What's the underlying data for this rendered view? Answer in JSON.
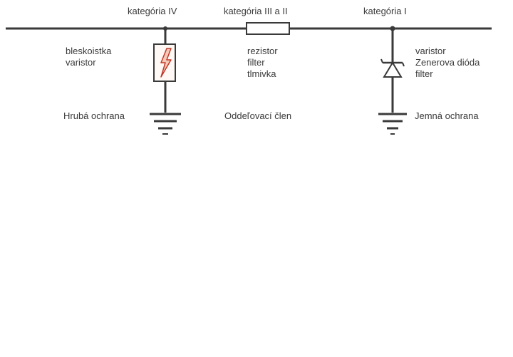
{
  "categories": {
    "cat_iv": "kategória IV",
    "cat_iii_ii": "kategória III a II",
    "cat_i": "kategória I"
  },
  "coarse_stage": {
    "components": [
      "bleskoistka",
      "varistor"
    ],
    "label": "Hrubá ochrana"
  },
  "decoupling_stage": {
    "components": [
      "rezistor",
      "filter",
      "tlmivka"
    ],
    "label": "Oddeľovací člen"
  },
  "fine_stage": {
    "components": [
      "varistor",
      "Zenerova dióda",
      "filter"
    ],
    "label": "Jemná ochrana"
  },
  "colors": {
    "line": "#3a3a3a",
    "text": "#3a3a3a",
    "spark": "#c0392b",
    "spark_fill": "#f5c9b8",
    "background": "#ffffff"
  },
  "icons": {
    "surge_arrester": "lightning-bolt-in-box",
    "zener": "zener-diode-symbol",
    "ground": "ground-symbol",
    "resistor": "resistor-rectangle"
  }
}
